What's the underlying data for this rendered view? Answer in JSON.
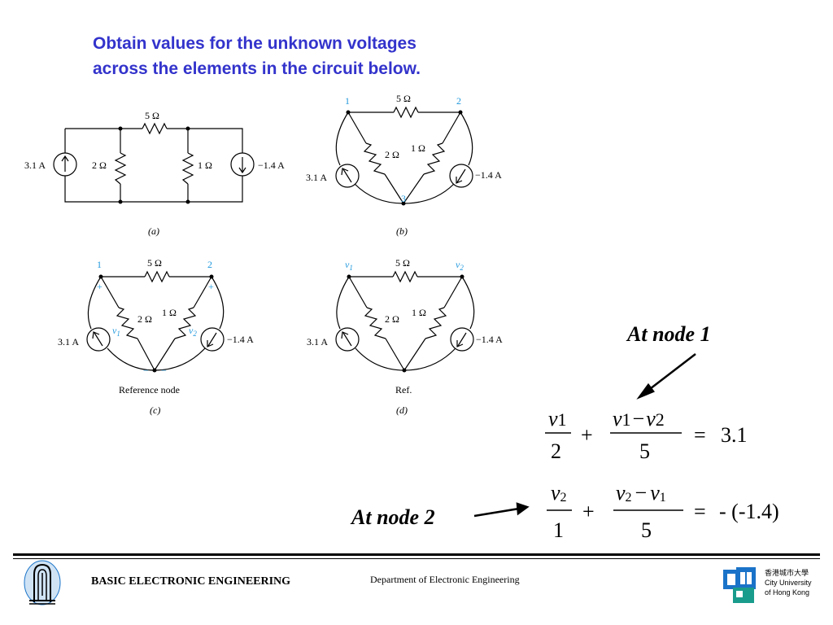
{
  "slide": {
    "title_line1": "Obtain values for the unknown voltages",
    "title_line2": "across the elements in the circuit below."
  },
  "circuits": {
    "a": {
      "caption": "(a)",
      "r_top": "5 Ω",
      "r_left": "2 Ω",
      "r_right": "1 Ω",
      "src_left": "3.1 A",
      "src_right": "−1.4 A"
    },
    "b": {
      "caption": "(b)",
      "node1": "1",
      "node2": "2",
      "node3": "3",
      "r_top": "5 Ω",
      "r_left": "2 Ω",
      "r_right": "1 Ω",
      "src_left": "3.1 A",
      "src_right": "−1.4 A"
    },
    "c": {
      "caption": "(c)",
      "node1": "1",
      "node2": "2",
      "r_top": "5 Ω",
      "r_left": "2 Ω",
      "r_right": "1 Ω",
      "src_left": "3.1 A",
      "src_right": "−1.4 A",
      "plus": "+",
      "minus": "−",
      "v1": "v",
      "v1_sub": "1",
      "v2": "v",
      "v2_sub": "2",
      "ref": "Reference node"
    },
    "d": {
      "caption": "(d)",
      "node1": "v",
      "node1_sub": "1",
      "node2": "v",
      "node2_sub": "2",
      "r_top": "5 Ω",
      "r_left": "2 Ω",
      "r_right": "1 Ω",
      "src_left": "3.1 A",
      "src_right": "−1.4 A",
      "ref": "Ref."
    }
  },
  "equations": {
    "node1_label": "At node 1",
    "node2_label": "At node 2",
    "eq1": {
      "t1_num": "v",
      "t1_num_sub": "1",
      "t1_den": "2",
      "plus": "+",
      "t2_num_a": "v",
      "t2_num_a_sub": "1",
      "t2_minus": "−",
      "t2_num_b": "v",
      "t2_num_b_sub": "2",
      "t2_den": "5",
      "eq": "=",
      "rhs": "3.1"
    },
    "eq2": {
      "t1_num": "v",
      "t1_num_sub": "2",
      "t1_den": "1",
      "plus": "+",
      "t2_num_a": "v",
      "t2_num_a_sub": "2",
      "t2_minus": "−",
      "t2_num_b": "v",
      "t2_num_b_sub": "1",
      "t2_den": "5",
      "eq": "=",
      "rhs": "- (-1.4)"
    }
  },
  "footer": {
    "course": "BASIC ELECTRONIC ENGINEERING",
    "department": "Department of Electronic Engineering",
    "uni_chinese": "香港城市大學",
    "uni_en1": "City University",
    "uni_en2": "of Hong Kong"
  },
  "colors": {
    "title": "#3333cc",
    "node_blue": "#2299dd",
    "logo_blue": "#1a73c8",
    "logo_teal": "#1a9c8c"
  }
}
